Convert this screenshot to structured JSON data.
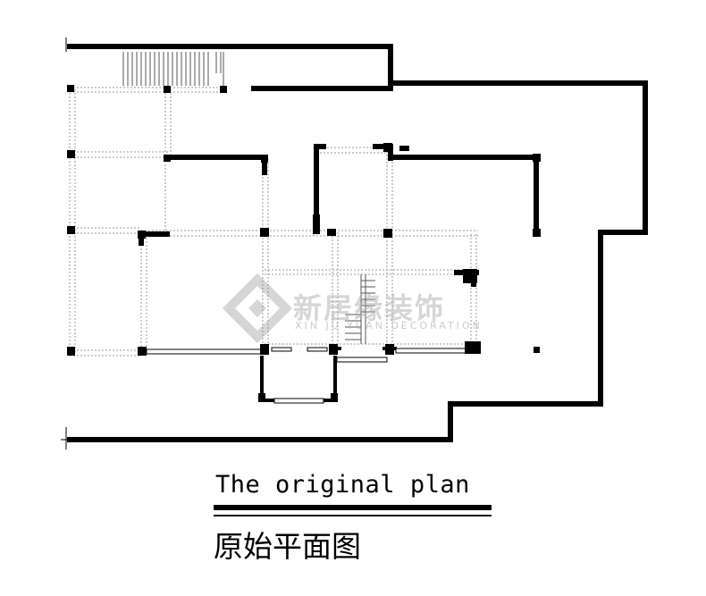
{
  "title": {
    "english": "The original plan",
    "chinese": "原始平面图"
  },
  "watermark": {
    "brand": "新居缘装饰",
    "subtitle": "XIN JU YUAN DECORATION",
    "color": "#b4b4b4"
  },
  "colors": {
    "walls": "#000000",
    "grid": "#9a9a9a",
    "background": "#ffffff"
  }
}
